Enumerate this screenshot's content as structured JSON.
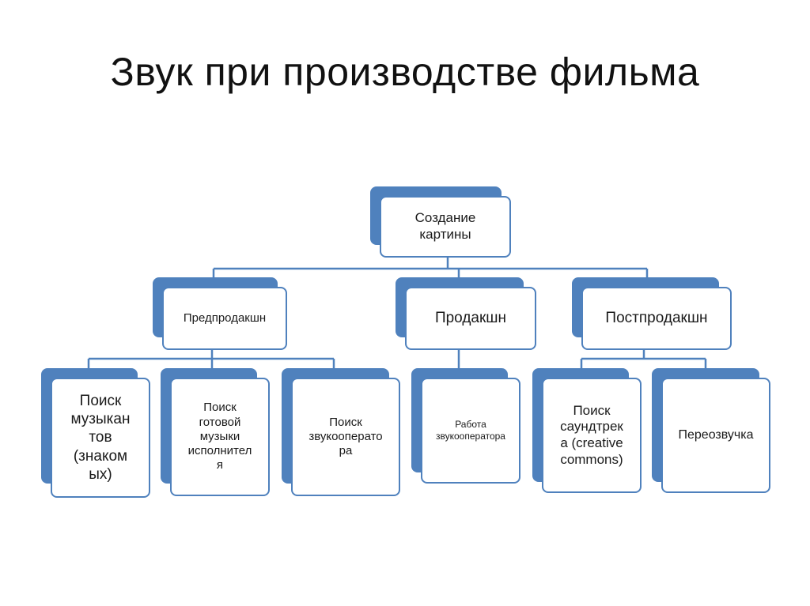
{
  "title": "Звук при производстве фильма",
  "colors": {
    "accent": "#4f81bd",
    "line": "#4f81bd",
    "box_fill": "#ffffff",
    "text": "#111111"
  },
  "nodes": {
    "root": "Создание\nкартины",
    "pre": "Предпродакшн",
    "prod": "Продакшн",
    "post": "Постпродакшн",
    "pre_1": "Поиск\nмузыкан\nтов\n(знаком\nых)",
    "pre_2": "Поиск\nготовой\nмузыки\nисполнител\nя",
    "pre_3": "Поиск\nзвукооперато\nра",
    "prod_1": "Работа\nзвукооператора",
    "post_1": "Поиск\nсаундтрек\nа (creative\ncommons)",
    "post_2": "Переозвучка"
  }
}
